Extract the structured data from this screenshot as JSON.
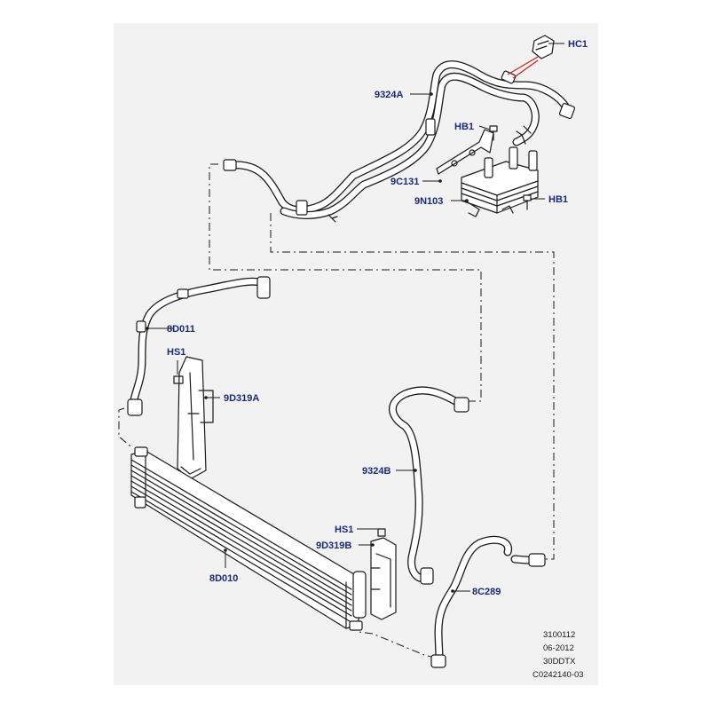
{
  "callouts": {
    "hc1": "HC1",
    "p9324a": "9324A",
    "hb1_top": "HB1",
    "p9c131": "9C131",
    "p9n103": "9N103",
    "hb1_right": "HB1",
    "p8d011": "8D011",
    "hs1_left": "HS1",
    "p9d319a": "9D319A",
    "p9324b": "9324B",
    "hs1_right": "HS1",
    "p9d319b": "9D319B",
    "p8d010": "8D010",
    "p8c289": "8C289"
  },
  "reference": {
    "line1": "3100112",
    "line2": "06-2012",
    "line3": "30DDTX",
    "line4": "C0242140-03"
  }
}
